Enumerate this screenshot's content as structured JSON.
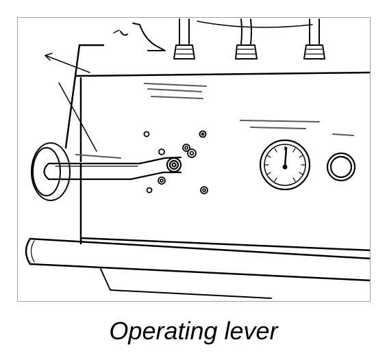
{
  "caption": "Operating lever",
  "colors": {
    "line": "#000000",
    "frame": "#a0a0a0",
    "background": "#ffffff",
    "label_blur": "#555555"
  },
  "parts": [
    "operating-lever",
    "pressure-gauge",
    "push-button",
    "hose-fittings",
    "front-rail",
    "side-plate"
  ]
}
